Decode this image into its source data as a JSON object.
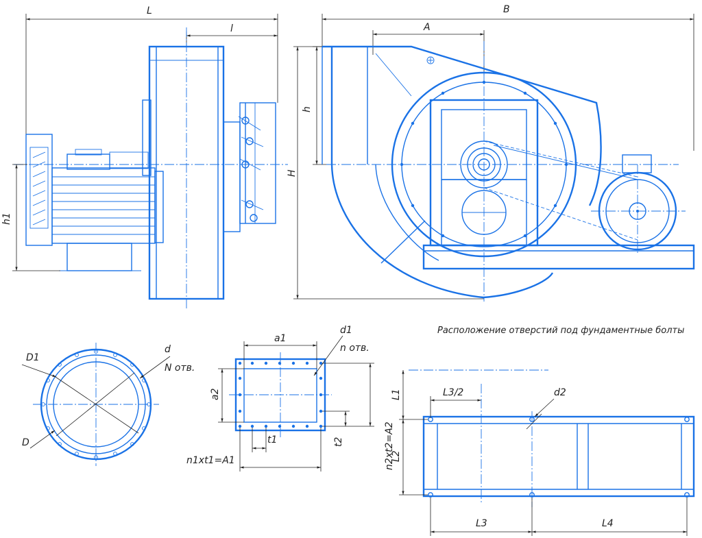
{
  "labels": {
    "L": "L",
    "l": "l",
    "B": "B",
    "A": "A",
    "h": "h",
    "H": "H",
    "h1": "h1",
    "D1": "D1",
    "D": "D",
    "d": "d",
    "N_holes": "N отв.",
    "a1": "a1",
    "a2": "a2",
    "d1": "d1",
    "n_holes": "n отв.",
    "t1": "t1",
    "t2": "t2",
    "n1t1": "n1xt1=A1",
    "n2t2": "n2xt2=A2",
    "L3_half": "L3/2",
    "d2": "d2",
    "L1": "L1",
    "L2": "L2",
    "L3": "L3",
    "L4": "L4"
  },
  "foundation_note": "Расположение отверстий под фундаментные болты",
  "colors": {
    "line": "#1a72e6",
    "dimension": "#222222",
    "background": "#ffffff"
  }
}
